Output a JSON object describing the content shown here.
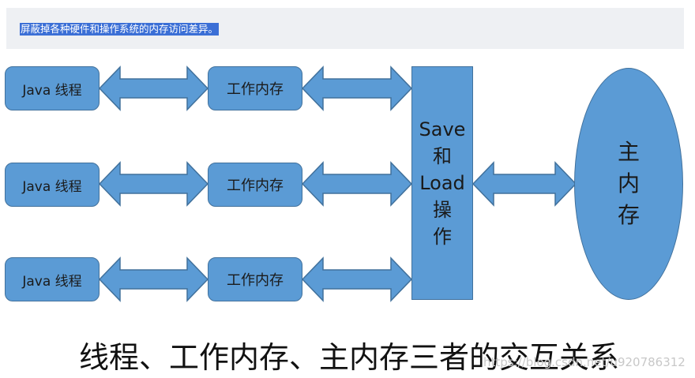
{
  "banner": {
    "text": "屏蔽掉各种硬件和操作系统的内存访问差异。"
  },
  "threads": [
    "Java 线程",
    "Java 线程",
    "Java 线程"
  ],
  "work_memories": [
    "工作内存",
    "工作内存",
    "工作内存"
  ],
  "save_load": {
    "lines": [
      "Save",
      "和",
      "Load",
      "操",
      "作"
    ]
  },
  "main_memory": {
    "lines": [
      "主",
      "内",
      "存"
    ]
  },
  "caption": "线程、工作内存、主内存三者的交互关系",
  "watermark": "https://blog.csdn.net/u920786312",
  "colors": {
    "shape_fill": "#5b9bd5",
    "shape_border": "#41719c",
    "banner_bg": "#eef0f3",
    "highlight": "#3b6fd6"
  }
}
